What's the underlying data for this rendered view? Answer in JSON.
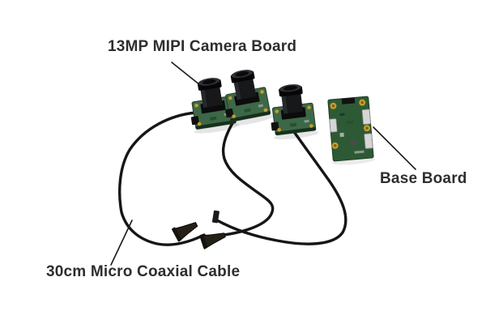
{
  "product": {
    "labels": {
      "camera_board": "13MP MIPI Camera Board",
      "base_board": "Base Board",
      "coax_cable": "30cm Micro Coaxial Cable"
    },
    "parts": {
      "camera_board_count": 3,
      "base_board_count": 1,
      "cable_count": 3
    },
    "colors": {
      "background": "#ffffff",
      "label_text": "#2e2e2e",
      "camera_pcb": "#3c6847",
      "base_pcb": "#2d5a35",
      "cable": "#161616",
      "gold_pad": "#c79d2a",
      "lens": "#17181a",
      "ffc_connector": "#d6d6d6"
    }
  }
}
